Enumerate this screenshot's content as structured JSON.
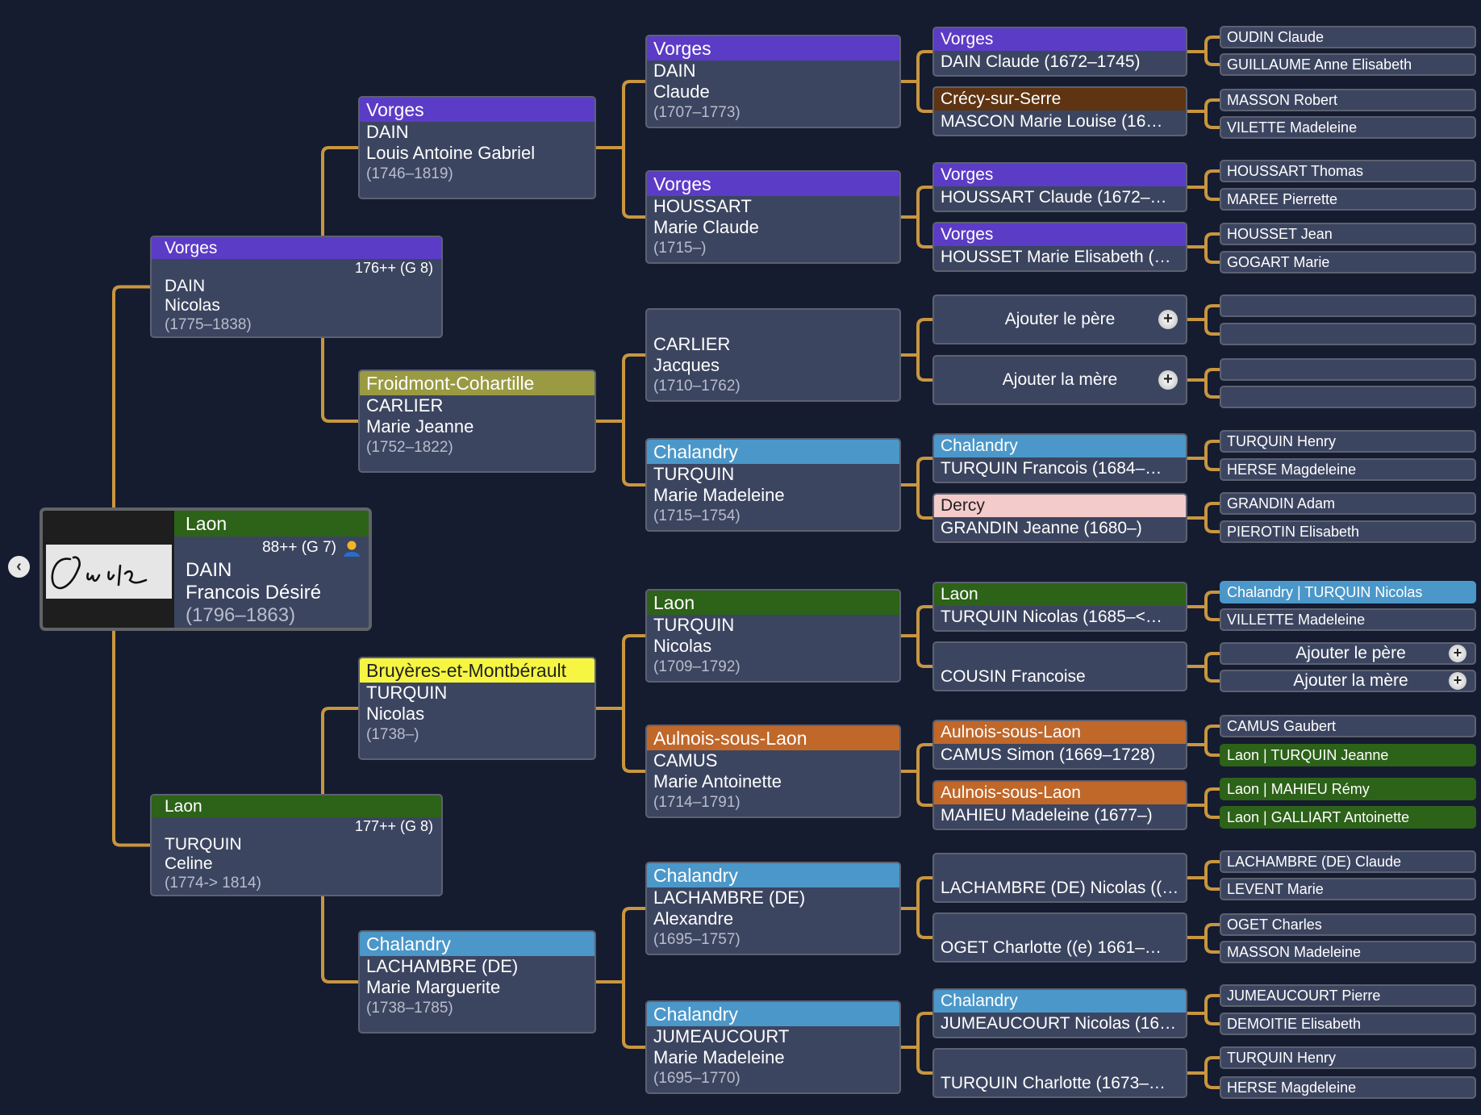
{
  "colors": {
    "Vorges": "#5b3cc6",
    "Froidmont-Cohartille": "#9a9a42",
    "Bruyères-et-Montbérault": "#f6f542",
    "Chalandry": "#4b97c9",
    "Laon": "#2d6219",
    "Aulnois-sous-Laon": "#c0672a",
    "Crécy-sur-Serre": "#5e3412",
    "Dercy": "#f4cbcb",
    "connector": "#c9963f",
    "box": "#3c4560",
    "background": "#151c30"
  },
  "root": {
    "place": "Laon",
    "sosa": "88++ (G 7)",
    "last": "DAIN",
    "first": "Francois Désiré",
    "dates": "(1796–1863)",
    "signature": "Ouin"
  },
  "gen1": [
    {
      "place": "Vorges",
      "sosa": "176++ (G 8)",
      "last": "DAIN",
      "first": "Nicolas",
      "dates": "(1775–1838)"
    },
    {
      "place": "Laon",
      "sosa": "177++ (G 8)",
      "last": "TURQUIN",
      "first": "Celine",
      "dates": "(1774-> 1814)"
    }
  ],
  "gen2": [
    {
      "place": "Vorges",
      "last": "DAIN",
      "first": "Louis Antoine Gabriel",
      "dates": "(1746–1819)"
    },
    {
      "place": "Froidmont-Cohartille",
      "last": "CARLIER",
      "first": "Marie Jeanne",
      "dates": "(1752–1822)"
    },
    {
      "place": "Bruyères-et-Montbérault",
      "last": "TURQUIN",
      "first": "Nicolas",
      "dates": "(1738–)"
    },
    {
      "place": "Chalandry",
      "last": "LACHAMBRE (DE)",
      "first": "Marie Marguerite",
      "dates": "(1738–1785)"
    }
  ],
  "gen3": [
    {
      "place": "Vorges",
      "last": "DAIN",
      "first": "Claude",
      "dates": "(1707–1773)"
    },
    {
      "place": "Vorges",
      "last": "HOUSSART",
      "first": "Marie Claude",
      "dates": "(1715–)"
    },
    {
      "place": "",
      "last": "CARLIER",
      "first": "Jacques",
      "dates": "(1710–1762)"
    },
    {
      "place": "Chalandry",
      "last": "TURQUIN",
      "first": "Marie Madeleine",
      "dates": "(1715–1754)"
    },
    {
      "place": "Laon",
      "last": "TURQUIN",
      "first": "Nicolas",
      "dates": "(1709–1792)"
    },
    {
      "place": "Aulnois-sous-Laon",
      "last": "CAMUS",
      "first": "Marie Antoinette",
      "dates": "(1714–1791)"
    },
    {
      "place": "Chalandry",
      "last": "LACHAMBRE (DE)",
      "first": "Alexandre",
      "dates": "(1695–1757)"
    },
    {
      "place": "Chalandry",
      "last": "JUMEAUCOURT",
      "first": "Marie Madeleine",
      "dates": "(1695–1770)"
    }
  ],
  "gen4": [
    {
      "place": "Vorges",
      "name": "DAIN Claude (1672–1745)"
    },
    {
      "place": "Crécy-sur-Serre",
      "name": "MASCON Marie Louise (16…"
    },
    {
      "place": "Vorges",
      "name": "HOUSSART Claude (1672–…"
    },
    {
      "place": "Vorges",
      "name": "HOUSSET Marie Elisabeth (…"
    },
    {
      "add": "Ajouter le père"
    },
    {
      "add": "Ajouter la mère"
    },
    {
      "place": "Chalandry",
      "name": "TURQUIN Francois (1684–…"
    },
    {
      "place": "Dercy",
      "name": "GRANDIN Jeanne (1680–)"
    },
    {
      "place": "Laon",
      "name": "TURQUIN Nicolas (1685–<…"
    },
    {
      "place": "",
      "name": "COUSIN Francoise"
    },
    {
      "place": "Aulnois-sous-Laon",
      "name": "CAMUS Simon (1669–1728)"
    },
    {
      "place": "Aulnois-sous-Laon",
      "name": "MAHIEU Madeleine (1677–)"
    },
    {
      "place": "",
      "name": "LACHAMBRE (DE) Nicolas ((…"
    },
    {
      "place": "",
      "name": "OGET Charlotte ((e) 1661–…"
    },
    {
      "place": "Chalandry",
      "name": "JUMEAUCOURT Nicolas (16…"
    },
    {
      "place": "",
      "name": "TURQUIN Charlotte (1673–…"
    }
  ],
  "gen5": [
    {
      "name": "OUDIN Claude"
    },
    {
      "name": "GUILLAUME Anne Elisabeth"
    },
    {
      "name": "MASSON Robert"
    },
    {
      "name": "VILETTE Madeleine"
    },
    {
      "name": "HOUSSART Thomas"
    },
    {
      "name": "MAREE Pierrette"
    },
    {
      "name": "HOUSSET Jean"
    },
    {
      "name": "GOGART Marie"
    },
    {
      "name": ""
    },
    {
      "name": ""
    },
    {
      "name": ""
    },
    {
      "name": ""
    },
    {
      "name": "TURQUIN Henry"
    },
    {
      "name": "HERSE Magdeleine"
    },
    {
      "name": "GRANDIN Adam"
    },
    {
      "name": "PIEROTIN Elisabeth"
    },
    {
      "name": "Chalandry | TURQUIN Nicolas",
      "place": "Chalandry"
    },
    {
      "name": "VILLETTE Madeleine"
    },
    {
      "add": "Ajouter le père"
    },
    {
      "add": "Ajouter la mère"
    },
    {
      "name": "CAMUS Gaubert"
    },
    {
      "name": "Laon | TURQUIN Jeanne",
      "place": "Laon"
    },
    {
      "name": "Laon | MAHIEU Rémy",
      "place": "Laon"
    },
    {
      "name": "Laon | GALLIART Antoinette",
      "place": "Laon"
    },
    {
      "name": "LACHAMBRE (DE) Claude"
    },
    {
      "name": "LEVENT Marie"
    },
    {
      "name": "OGET Charles"
    },
    {
      "name": "MASSON Madeleine"
    },
    {
      "name": "JUMEAUCOURT Pierre"
    },
    {
      "name": "DEMOITIE Elisabeth"
    },
    {
      "name": "TURQUIN Henry"
    },
    {
      "name": "HERSE Magdeleine"
    }
  ]
}
